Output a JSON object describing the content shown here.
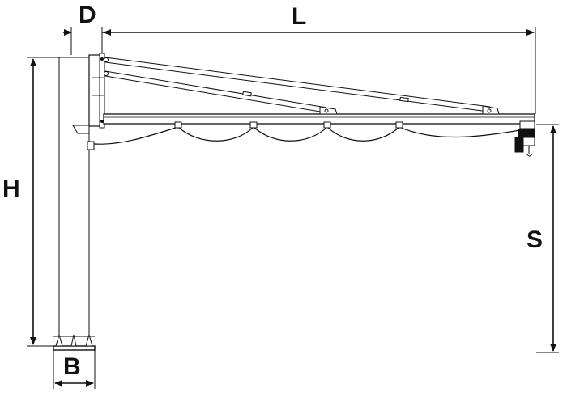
{
  "labels": {
    "D": "D",
    "L": "L",
    "H": "H",
    "S": "S",
    "B": "B"
  },
  "colors": {
    "line": "#111111",
    "background": "#ffffff"
  }
}
